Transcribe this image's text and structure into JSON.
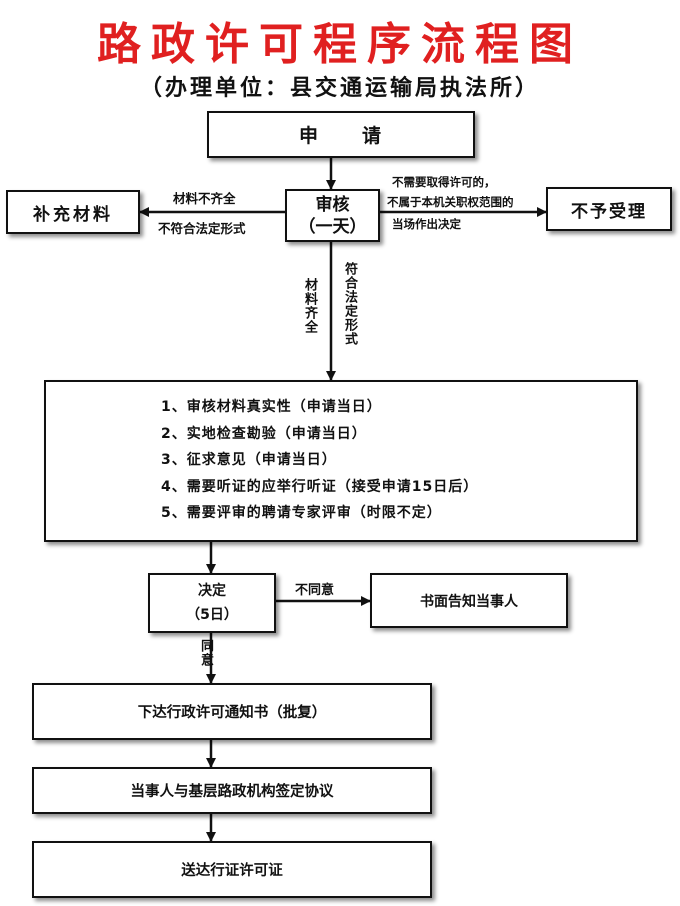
{
  "title": "路政许可程序流程图",
  "subtitle": "（办理单位：县交通运输局执法所）",
  "nodes": {
    "apply": "申　　请",
    "review_line1": "审核",
    "review_line2": "（一天）",
    "supplement": "补充材料",
    "reject": "不予受理",
    "decision_line1": "决定",
    "decision_line2": "（5日）",
    "notify": "书面告知当事人",
    "notice": "下达行政许可通知书（批复）",
    "agreement": "当事人与基层路政机构签定协议",
    "license": "送达行证许可证"
  },
  "edges": {
    "incomplete": "材料不齐全",
    "nonconform": "不符合法定形式",
    "no_permit_1": "不需要取得许可的，",
    "no_permit_2": "不属于本机关职权范围的",
    "no_permit_3": "当场作出决定",
    "complete": "材料齐全",
    "conform": "符合法定形式",
    "disagree": "不同意",
    "agree": "同意"
  },
  "steps": [
    "1、审核材料真实性（申请当日）",
    "2、实地检查勘验（申请当日）",
    "3、征求意见（申请当日）",
    "4、需要听证的应举行听证（接受申请15日后）",
    "5、需要评审的聘请专家评审（时限不定）"
  ],
  "colors": {
    "title": "#e02020",
    "line": "#111111"
  }
}
